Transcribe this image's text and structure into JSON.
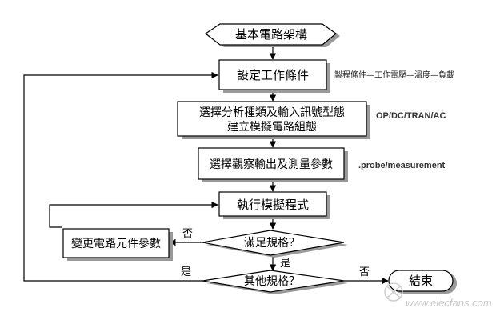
{
  "nodes": {
    "start": "基本電路架構",
    "set_conditions": "設定工作條件",
    "select_analysis_line1": "選擇分析種類及輸入訊號型態",
    "select_analysis_line2": "建立模擬電路組態",
    "select_output": "選擇觀察輸出及測量參數",
    "run_simulation": "執行模擬程式",
    "change_parameters": "變更電路元件參數",
    "meets_spec": "滿足規格？",
    "other_spec": "其他規格？",
    "end": "結束"
  },
  "annotations": {
    "conditions_note": "製程條件—工作電壓—溫度—負載",
    "analysis_note": "OP/DC/TRAN/AC",
    "output_note": ".probe/measurement"
  },
  "edge_labels": {
    "meets_no": "否",
    "meets_yes": "是",
    "other_yes": "是",
    "other_no": "否"
  },
  "watermark": "www.elecfans.com"
}
